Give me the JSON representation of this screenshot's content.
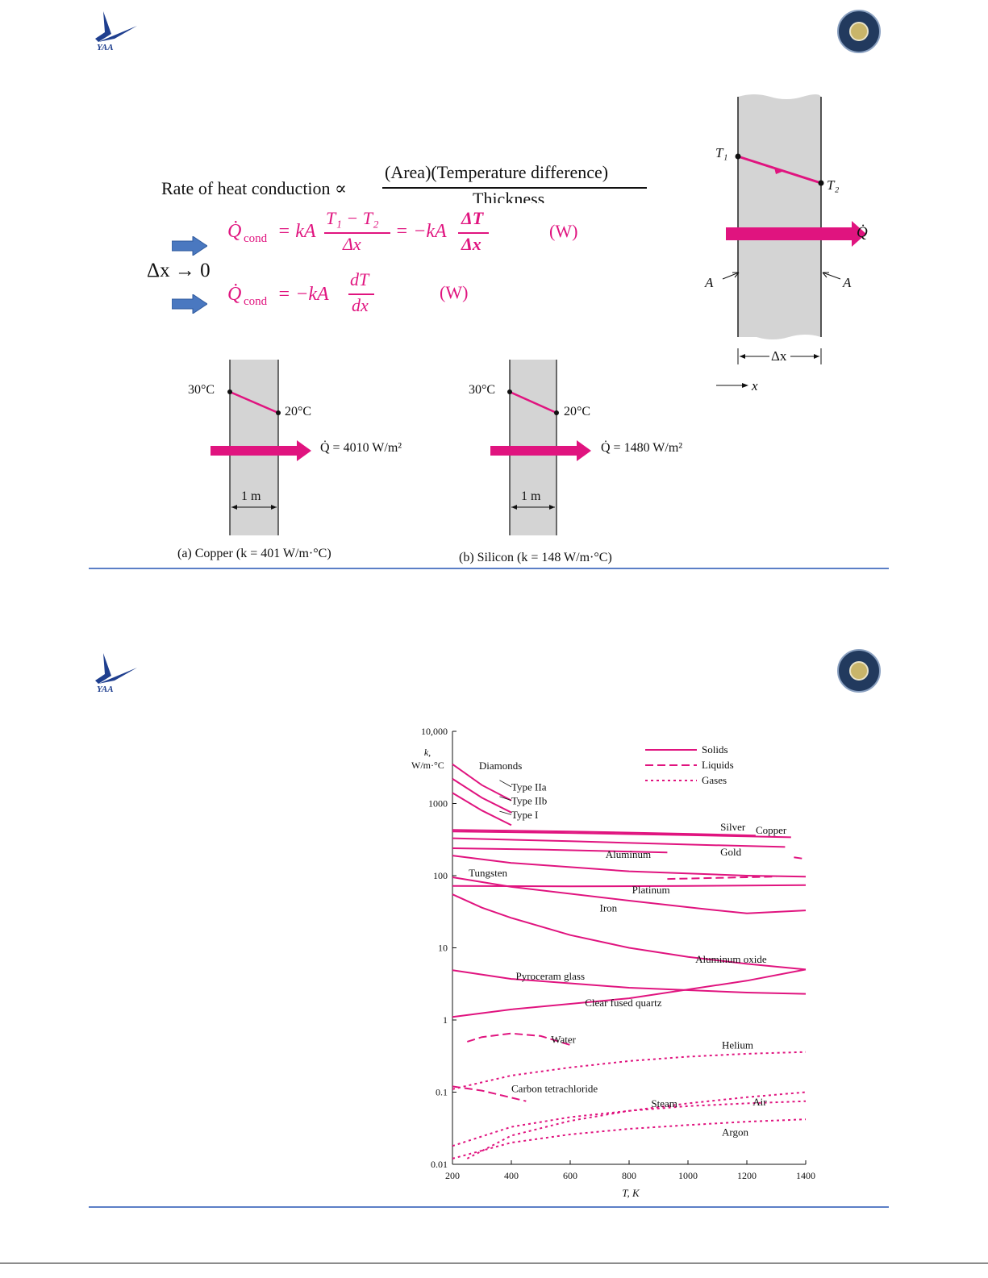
{
  "slide1": {
    "proportional": {
      "left": "Rate of heat conduction ∝",
      "numerator": "(Area)(Temperature difference)",
      "denominator": "Thickness"
    },
    "eq1": {
      "lhs": "Q̇",
      "sub": "cond",
      "mid": "= kA",
      "frac_num": "T₁ − T₂",
      "frac_den": "Δx",
      "mid2": "= −kA",
      "frac2_num": "ΔT",
      "frac2_den": "Δx",
      "unit": "(W)"
    },
    "limit": "Δx → 0",
    "eq2": {
      "lhs": "Q̇",
      "sub": "cond",
      "mid": "= −kA",
      "frac_num": "dT",
      "frac_den": "dx",
      "unit": "(W)"
    },
    "wall": {
      "t1": "T₁",
      "t2": "T₂",
      "q": "Q̇",
      "a_left": "A",
      "a_right": "A",
      "dx": "Δx",
      "x": "x"
    },
    "copper": {
      "t_hot": "30°C",
      "t_cold": "20°C",
      "q": "Q̇ = 4010 W/m²",
      "thick": "1 m",
      "caption": "(a) Copper (k = 401 W/m·°C)"
    },
    "silicon": {
      "t_hot": "30°C",
      "t_cold": "20°C",
      "q": "Q̇ = 1480 W/m²",
      "thick": "1 m",
      "caption": "(b) Silicon (k = 148 W/m·°C)"
    }
  },
  "colors": {
    "accent": "#e0147f",
    "rule": "#5b7fc6",
    "arrow_blue": "#4a78c0"
  },
  "chart_data": {
    "type": "line",
    "ylabel": "k, W/m·°C",
    "xlabel": "T, K",
    "y_scale": "log",
    "xlim": [
      200,
      1400
    ],
    "ylim": [
      0.01,
      10000
    ],
    "x_ticks": [
      "200",
      "400",
      "600",
      "800",
      "1000",
      "1200",
      "1400"
    ],
    "y_ticks": [
      "0.01",
      "0.1",
      "1",
      "10",
      "100",
      "1000",
      "10,000"
    ],
    "legend": {
      "position": "top-right",
      "entries": [
        {
          "label": "Solids",
          "style": "solid"
        },
        {
          "label": "Liquids",
          "style": "dashed"
        },
        {
          "label": "Gases",
          "style": "dotted"
        }
      ]
    },
    "annotations": [
      "Diamonds",
      "Type IIa",
      "Type IIb",
      "Type I",
      "Silver",
      "Copper",
      "Gold",
      "Aluminum",
      "Tungsten",
      "Platinum",
      "Iron",
      "Aluminum oxide",
      "Pyroceram glass",
      "Clear fused quartz",
      "Water",
      "Helium",
      "Carbon tetrachloride",
      "Steam",
      "Air",
      "Argon"
    ],
    "series": [
      {
        "name": "Type IIa",
        "style": "solid",
        "x": [
          200,
          300,
          400
        ],
        "y": [
          3500,
          1800,
          1100
        ]
      },
      {
        "name": "Type IIb",
        "style": "solid",
        "x": [
          200,
          300,
          400
        ],
        "y": [
          2200,
          1200,
          750
        ]
      },
      {
        "name": "Type I",
        "style": "solid",
        "x": [
          200,
          300,
          400
        ],
        "y": [
          1400,
          800,
          500
        ]
      },
      {
        "name": "Silver",
        "style": "solid",
        "x": [
          200,
          600,
          1000,
          1230
        ],
        "y": [
          430,
          410,
          380,
          360
        ]
      },
      {
        "name": "Copper",
        "style": "solid",
        "x": [
          200,
          600,
          1000,
          1350
        ],
        "y": [
          410,
          390,
          365,
          340
        ]
      },
      {
        "name": "Copper (liquid)",
        "style": "dashed",
        "x": [
          1360,
          1400
        ],
        "y": [
          180,
          170
        ]
      },
      {
        "name": "Gold",
        "style": "solid",
        "x": [
          200,
          600,
          1000,
          1330
        ],
        "y": [
          330,
          300,
          270,
          250
        ]
      },
      {
        "name": "Aluminum",
        "style": "solid",
        "x": [
          200,
          500,
          930
        ],
        "y": [
          240,
          230,
          210
        ]
      },
      {
        "name": "Aluminum (liquid)",
        "style": "dashed",
        "x": [
          930,
          1200,
          1300
        ],
        "y": [
          90,
          95,
          97
        ]
      },
      {
        "name": "Tungsten",
        "style": "solid",
        "x": [
          200,
          400,
          800,
          1200,
          1400
        ],
        "y": [
          190,
          150,
          115,
          100,
          97
        ]
      },
      {
        "name": "Platinum",
        "style": "solid",
        "x": [
          200,
          600,
          1000,
          1400
        ],
        "y": [
          72,
          71,
          72,
          74
        ]
      },
      {
        "name": "Iron",
        "style": "solid",
        "x": [
          200,
          400,
          800,
          1040,
          1200,
          1400
        ],
        "y": [
          95,
          70,
          45,
          35,
          30,
          33
        ]
      },
      {
        "name": "Aluminum oxide",
        "style": "solid",
        "x": [
          200,
          300,
          400,
          600,
          800,
          1000,
          1200,
          1400
        ],
        "y": [
          55,
          36,
          26,
          15,
          10,
          7.5,
          6,
          5
        ]
      },
      {
        "name": "Pyroceram glass",
        "style": "solid",
        "x": [
          200,
          400,
          800,
          1200,
          1400
        ],
        "y": [
          4.9,
          3.7,
          2.8,
          2.4,
          2.3
        ]
      },
      {
        "name": "Clear fused quartz",
        "style": "solid",
        "x": [
          200,
          400,
          800,
          1200,
          1400
        ],
        "y": [
          1.1,
          1.4,
          2.0,
          3.5,
          5
        ]
      },
      {
        "name": "Water",
        "style": "dashed",
        "x": [
          250,
          300,
          400,
          500,
          600
        ],
        "y": [
          0.5,
          0.58,
          0.65,
          0.6,
          0.45
        ]
      },
      {
        "name": "Helium",
        "style": "dotted",
        "x": [
          200,
          400,
          600,
          800,
          1000,
          1200,
          1400
        ],
        "y": [
          0.11,
          0.17,
          0.22,
          0.27,
          0.31,
          0.34,
          0.36
        ]
      },
      {
        "name": "Carbon tetrachloride",
        "style": "dashed",
        "x": [
          200,
          300,
          450
        ],
        "y": [
          0.12,
          0.105,
          0.075
        ]
      },
      {
        "name": "Steam",
        "style": "dotted",
        "x": [
          250,
          400,
          600,
          800,
          1000,
          1200,
          1400
        ],
        "y": [
          0.012,
          0.025,
          0.04,
          0.055,
          0.07,
          0.085,
          0.1
        ]
      },
      {
        "name": "Air",
        "style": "dotted",
        "x": [
          200,
          400,
          600,
          800,
          1000,
          1200,
          1400
        ],
        "y": [
          0.018,
          0.033,
          0.045,
          0.055,
          0.064,
          0.07,
          0.075
        ]
      },
      {
        "name": "Argon",
        "style": "dotted",
        "x": [
          200,
          400,
          600,
          800,
          1000,
          1200,
          1400
        ],
        "y": [
          0.012,
          0.02,
          0.026,
          0.031,
          0.035,
          0.039,
          0.042
        ]
      }
    ]
  }
}
